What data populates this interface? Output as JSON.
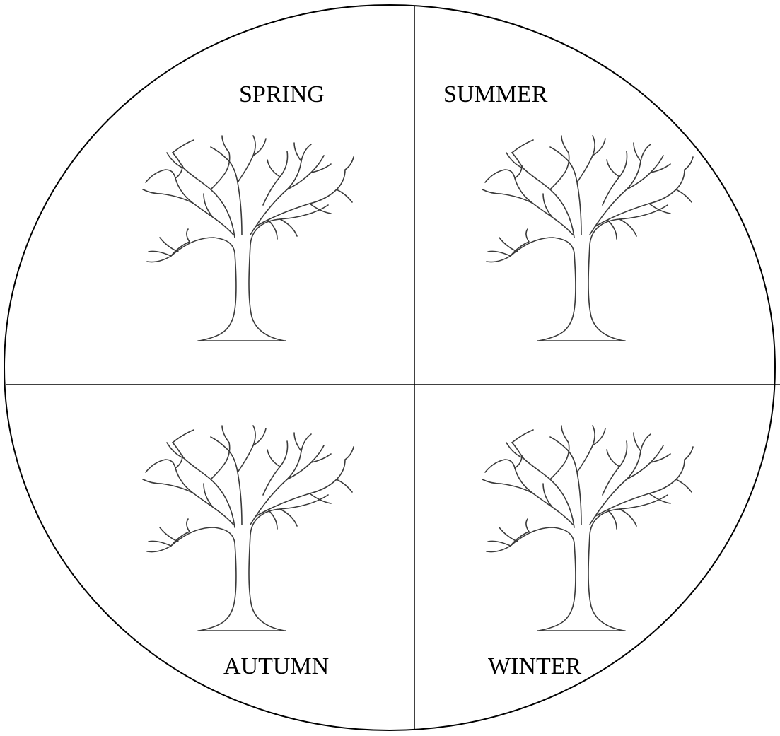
{
  "quadrants": [
    {
      "label": "SPRING"
    },
    {
      "label": "SUMMER"
    },
    {
      "label": "AUTUMN"
    },
    {
      "label": "WINTER"
    }
  ],
  "colors": {
    "line": "#000000",
    "tree": "#3a3a3a",
    "background": "#ffffff"
  },
  "icons": {
    "tree": "bare-tree-icon"
  }
}
